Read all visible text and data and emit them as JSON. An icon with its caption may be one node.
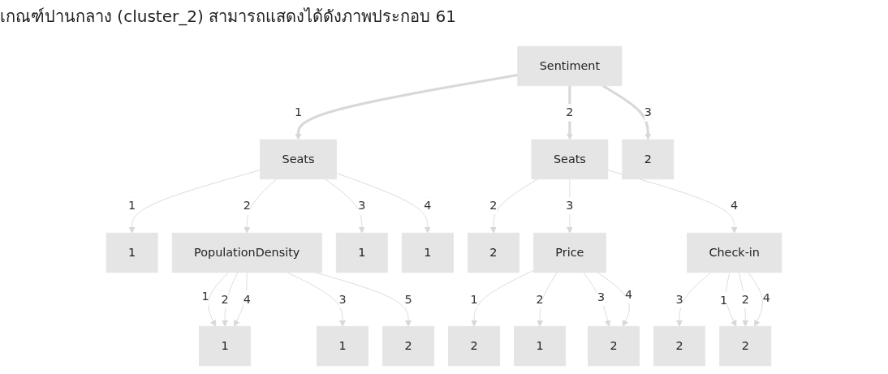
{
  "diagram": {
    "nodes": [
      {
        "text": [
          "Sentiment"
        ]
      },
      {
        "text": [
          "Seats"
        ]
      },
      {
        "text": [
          "1"
        ]
      },
      {
        "text": [
          "PopulationDensity"
        ]
      },
      {
        "text": [
          "1"
        ]
      },
      {
        "text": [
          "1"
        ]
      },
      {
        "text": [
          "Seats"
        ]
      },
      {
        "text": [
          "2"
        ]
      },
      {
        "text": [
          "2"
        ]
      },
      {
        "text": [
          "Price"
        ]
      },
      {
        "text": [
          "Check-in"
        ]
      },
      {
        "text": [
          "1"
        ]
      },
      {
        "text": [
          "1"
        ]
      },
      {
        "text": [
          "2"
        ]
      },
      {
        "text": [
          "2"
        ]
      },
      {
        "text": [
          "1"
        ]
      },
      {
        "text": [
          "2"
        ]
      },
      {
        "text": [
          "2"
        ]
      },
      {
        "text": [
          "2"
        ]
      }
    ],
    "edges": [
      {
        "from": 0,
        "to": 1,
        "arrow": "to",
        "label": "1",
        "style": "thick"
      },
      {
        "from": 0,
        "to": 6,
        "arrow": "to",
        "label": "2",
        "style": "thick"
      },
      {
        "from": 0,
        "to": 7,
        "arrow": "to",
        "label": "3",
        "style": "thick"
      },
      {
        "from": 1,
        "to": 2,
        "arrow": "to",
        "label": "1"
      },
      {
        "from": 1,
        "to": 3,
        "arrow": "to",
        "label": "2"
      },
      {
        "from": 1,
        "to": 4,
        "arrow": "to",
        "label": "3"
      },
      {
        "from": 1,
        "to": 5,
        "arrow": "to",
        "label": "4"
      },
      {
        "from": 6,
        "to": 8,
        "arrow": "to",
        "label": "2"
      },
      {
        "from": 6,
        "to": 9,
        "arrow": "to",
        "label": "3"
      },
      {
        "from": 6,
        "to": 10,
        "arrow": "to",
        "label": "4"
      },
      {
        "from": 3,
        "to": 11,
        "arrow": "to",
        "label": "1"
      },
      {
        "from": 3,
        "to": 11,
        "arrow": "to",
        "label": "2"
      },
      {
        "from": 3,
        "to": 11,
        "arrow": "to",
        "label": "4"
      },
      {
        "from": 3,
        "to": 12,
        "arrow": "to",
        "label": "3"
      },
      {
        "from": 3,
        "to": 13,
        "arrow": "to",
        "label": "5"
      },
      {
        "from": 9,
        "to": 14,
        "arrow": "to",
        "label": "1"
      },
      {
        "from": 9,
        "to": 15,
        "arrow": "to",
        "label": "2"
      },
      {
        "from": 9,
        "to": 16,
        "arrow": "to",
        "label": "3"
      },
      {
        "from": 9,
        "to": 16,
        "arrow": "to",
        "label": "4"
      },
      {
        "from": 10,
        "to": 17,
        "arrow": "to",
        "label": "3"
      },
      {
        "from": 10,
        "to": 18,
        "arrow": "to",
        "label": "1"
      },
      {
        "from": 10,
        "to": 18,
        "arrow": "to",
        "label": "2"
      },
      {
        "from": 10,
        "to": 18,
        "arrow": "to",
        "label": "4"
      }
    ],
    "labels": [
      "เกณฑ์ปานกลาง (cluster_2) สามารถแสดงได้ดังภาพประกอบ 61"
    ]
  }
}
